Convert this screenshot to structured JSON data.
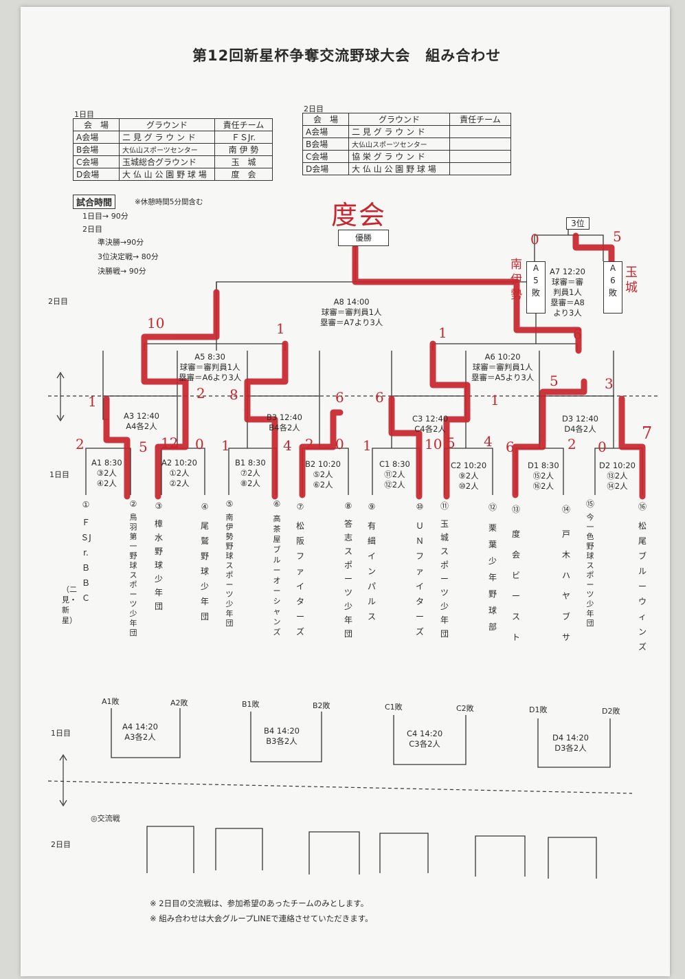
{
  "title": "第12回新星杯争奪交流野球大会　組み合わせ",
  "day1_venues": {
    "label": "1日目",
    "headers": [
      "会　場",
      "グラウンド",
      "責任チーム"
    ],
    "rows": [
      [
        "A会場",
        "二 見 グ ラ ウ ン ド",
        "ＦＳJr."
      ],
      [
        "B会場",
        "大仏山スポーツセンター",
        "南 伊 勢"
      ],
      [
        "C会場",
        "玉城総合グラウンド",
        "玉　城"
      ],
      [
        "D会場",
        "大 仏 山 公 園 野 球 場",
        "度　会"
      ]
    ]
  },
  "day2_venues": {
    "label": "2日目",
    "headers": [
      "会　場",
      "グラウンド",
      "責任チーム"
    ],
    "rows": [
      [
        "A会場",
        "二 見 グ ラ ウ ン ド",
        ""
      ],
      [
        "B会場",
        "大仏山スポーツセンター",
        ""
      ],
      [
        "C会場",
        "協 栄 グ ラ ウ ン ド",
        ""
      ],
      [
        "D会場",
        "大 仏 山 公 園 野 球 場",
        ""
      ]
    ]
  },
  "game_time": {
    "label": "試合時間",
    "note": "※休憩時間5分間含む",
    "lines": [
      "1日目→ 90分",
      "2日目",
      "準決勝→90分",
      "3位決定戦→ 80分",
      "決勝戦→ 90分"
    ]
  },
  "champion_label": "優勝",
  "third_label": "3位",
  "day_labels": {
    "day2_top": "2日目",
    "day1_mid": "1日目",
    "day1_bottom": "1日目",
    "day2_bottom": "2日目"
  },
  "matches": {
    "A8": [
      "A8 14:00",
      "球審＝審判員1人",
      "塁審＝A7より3人"
    ],
    "A7": [
      "A7 12:20",
      "球審＝審",
      "判員1人",
      "塁審＝A8",
      "より3人"
    ],
    "A7_left": "A\n5\n敗",
    "A7_right": "A\n6\n敗",
    "A5": [
      "A5 8:30",
      "球審＝審判員1人",
      "塁審＝A6より3人"
    ],
    "A6": [
      "A6 10:20",
      "球審＝審判員1人",
      "塁審＝A5より3人"
    ],
    "A3": [
      "A3 12:40",
      "A4各2人"
    ],
    "B3": [
      "B3 12:40",
      "B4各2人"
    ],
    "C3": [
      "C3 12:40",
      "C4各2人"
    ],
    "D3": [
      "D3 12:40",
      "D4各2人"
    ],
    "A1": [
      "A1 8:30",
      "③2人",
      "④2人"
    ],
    "A2": [
      "A2 10:20",
      "①2人",
      "②2人"
    ],
    "B1": [
      "B1 8:30",
      "⑦2人",
      "⑧2人"
    ],
    "B2": [
      "B2 10:20",
      "⑤2人",
      "⑥2人"
    ],
    "C1": [
      "C1 8:30",
      "⑪2人",
      "⑫2人"
    ],
    "C2": [
      "C2 10:20",
      "⑨2人",
      "⑩2人"
    ],
    "D1": [
      "D1 8:30",
      "⑮2人",
      "⑯2人"
    ],
    "D2": [
      "D2 10:20",
      "⑬2人",
      "⑭2人"
    ]
  },
  "teams": [
    {
      "num": "①",
      "name": "ＦＳJr.ＢＢＣ",
      "sub": "（二見・新星）"
    },
    {
      "num": "②",
      "name": "鳥羽第一野球スポーツ少年団"
    },
    {
      "num": "③",
      "name": "樟水野球少年団"
    },
    {
      "num": "④",
      "name": "尾鷲野球少年団"
    },
    {
      "num": "⑤",
      "name": "南伊勢野球スポーツ少年団"
    },
    {
      "num": "⑥",
      "name": "高茶屋ブルーオーシャンズ"
    },
    {
      "num": "⑦",
      "name": "松阪ファイターズ"
    },
    {
      "num": "⑧",
      "name": "答志スポーツ少年団"
    },
    {
      "num": "⑨",
      "name": "有緝インパルス"
    },
    {
      "num": "⑩",
      "name": "ＵＮファイターズ"
    },
    {
      "num": "⑪",
      "name": "玉城スポーツ少年団"
    },
    {
      "num": "⑫",
      "name": "栗葉少年野球部"
    },
    {
      "num": "⑬",
      "name": "度会ビースト"
    },
    {
      "num": "⑭",
      "name": "戸木ハヤブサ"
    },
    {
      "num": "⑮",
      "name": "今一色野球スポーツ少年団"
    },
    {
      "num": "⑯",
      "name": "松尾ブルーウィンズ"
    }
  ],
  "consolation": [
    {
      "left": "A1敗",
      "right": "A2敗",
      "game": [
        "A4 14:20",
        "A3各2人"
      ]
    },
    {
      "left": "B1敗",
      "right": "B2敗",
      "game": [
        "B4 14:20",
        "B3各2人"
      ]
    },
    {
      "left": "C1敗",
      "right": "C2敗",
      "game": [
        "C4 14:20",
        "C3各2人"
      ]
    },
    {
      "left": "D1敗",
      "right": "D2敗",
      "game": [
        "D4 14:20",
        "D3各2人"
      ]
    }
  ],
  "exchange_label": "◎交流戦",
  "notes": [
    "※ 2日目の交流戦は、参加希望のあったチームのみとします。",
    "※ 組み合わせは大会グループLINEで連絡させていただきます。"
  ],
  "handwritten": {
    "champion_name": "度会",
    "a7_left_name": "南伊勢",
    "a7_right_name": "玉城",
    "scores": [
      "0",
      "5",
      "10",
      "1",
      "1",
      "6",
      "2",
      "8",
      "6",
      "6",
      "5",
      "3",
      "1",
      "1",
      "2",
      "5",
      "12",
      "0",
      "1",
      "4",
      "2",
      "0",
      "1",
      "10",
      "5",
      "4",
      "6",
      "2",
      "0",
      "7"
    ]
  },
  "colors": {
    "ink": "#2a2a2a",
    "red_marker": "#c8262e",
    "paper": "#f7f7f5"
  }
}
